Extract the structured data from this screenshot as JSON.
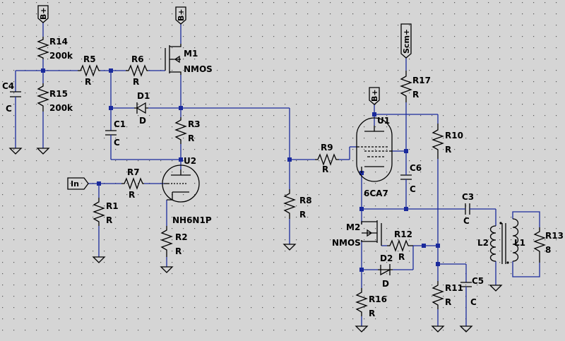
{
  "schematic": {
    "nets": {
      "bplus_left": "B+",
      "bplus_mid": "B+",
      "bplus_right": "B+",
      "scm": "Scm+",
      "input": "In"
    },
    "components": {
      "R14": {
        "ref": "R14",
        "value": "200k"
      },
      "R15": {
        "ref": "R15",
        "value": "200k"
      },
      "R5": {
        "ref": "R5",
        "value": "R"
      },
      "R6": {
        "ref": "R6",
        "value": "R"
      },
      "C4": {
        "ref": "C4",
        "value": "C"
      },
      "M1": {
        "ref": "M1",
        "value": "NMOS"
      },
      "D1": {
        "ref": "D1",
        "value": "D"
      },
      "C1": {
        "ref": "C1",
        "value": "C"
      },
      "R3": {
        "ref": "R3",
        "value": "R"
      },
      "U2": {
        "ref": "U2",
        "value": "NH6N1P"
      },
      "R7": {
        "ref": "R7",
        "value": "R"
      },
      "R1": {
        "ref": "R1",
        "value": "R"
      },
      "R2": {
        "ref": "R2",
        "value": "R"
      },
      "R8": {
        "ref": "R8",
        "value": "R"
      },
      "R9": {
        "ref": "R9",
        "value": "R"
      },
      "U1": {
        "ref": "U1",
        "value": "6CA7"
      },
      "R17": {
        "ref": "R17",
        "value": "R"
      },
      "R10": {
        "ref": "R10",
        "value": "R"
      },
      "C6": {
        "ref": "C6",
        "value": "C"
      },
      "C3": {
        "ref": "C3",
        "value": "C"
      },
      "M2": {
        "ref": "M2",
        "value": "NMOS"
      },
      "R12": {
        "ref": "R12",
        "value": "R"
      },
      "D2": {
        "ref": "D2",
        "value": "D"
      },
      "R16": {
        "ref": "R16",
        "value": "R"
      },
      "R11": {
        "ref": "R11",
        "value": "R"
      },
      "C5": {
        "ref": "C5",
        "value": "C"
      },
      "L2": {
        "ref": "L2",
        "value": ""
      },
      "L1": {
        "ref": "L1",
        "value": ""
      },
      "R13": {
        "ref": "R13",
        "value": "8"
      }
    }
  }
}
